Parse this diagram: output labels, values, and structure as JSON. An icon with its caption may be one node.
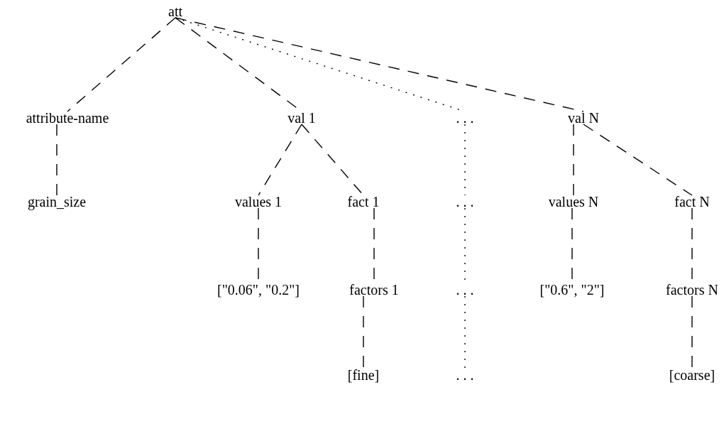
{
  "diagram": {
    "nodes": [
      {
        "text": [
          "att"
        ]
      },
      {
        "text": [
          "attribute-name"
        ]
      },
      {
        "text": [
          "val 1"
        ]
      },
      {
        "text": [
          ". . ."
        ]
      },
      {
        "text": [
          "val N"
        ]
      },
      {
        "text": [
          "grain_size"
        ]
      },
      {
        "text": [
          "values 1"
        ]
      },
      {
        "text": [
          "fact 1"
        ]
      },
      {
        "text": [
          ". . ."
        ]
      },
      {
        "text": [
          "values N"
        ]
      },
      {
        "text": [
          "fact N"
        ]
      },
      {
        "text": [
          "[\"0.06\", \"0.2\"]"
        ]
      },
      {
        "text": [
          "factors 1"
        ]
      },
      {
        "text": [
          ". . ."
        ]
      },
      {
        "text": [
          "[\"0.6\", \"2\"]"
        ]
      },
      {
        "text": [
          "factors N"
        ]
      },
      {
        "text": [
          "[fine]"
        ]
      },
      {
        "text": [
          ". . ."
        ]
      },
      {
        "text": [
          "[coarse]"
        ]
      }
    ],
    "edges": [
      {
        "from": 0,
        "to": 1,
        "arrow": "none",
        "style": "dashed"
      },
      {
        "from": 0,
        "to": 2,
        "arrow": "none",
        "style": "dashed"
      },
      {
        "from": 0,
        "to": 3,
        "arrow": "none"
      },
      {
        "from": 0,
        "to": 4,
        "arrow": "none",
        "style": "dashed"
      },
      {
        "from": 1,
        "to": 5,
        "arrow": "none",
        "style": "dashed"
      },
      {
        "from": 2,
        "to": 6,
        "arrow": "none",
        "style": "dashed"
      },
      {
        "from": 2,
        "to": 7,
        "arrow": "none",
        "style": "dashed"
      },
      {
        "from": 4,
        "to": 9,
        "arrow": "none",
        "style": "dashed"
      },
      {
        "from": 4,
        "to": 10,
        "arrow": "none",
        "style": "dashed"
      },
      {
        "from": 6,
        "to": 11,
        "arrow": "none",
        "style": "dashed"
      },
      {
        "from": 7,
        "to": 12,
        "arrow": "none",
        "style": "dashed"
      },
      {
        "from": 9,
        "to": 14,
        "arrow": "none",
        "style": "dashed"
      },
      {
        "from": 10,
        "to": 15,
        "arrow": "none",
        "style": "dashed"
      },
      {
        "from": 12,
        "to": 16,
        "arrow": "none",
        "style": "dashed"
      },
      {
        "from": 15,
        "to": 18,
        "arrow": "none",
        "style": "dashed"
      },
      {
        "from": 3,
        "to": 8,
        "arrow": "none"
      },
      {
        "from": 8,
        "to": 13,
        "arrow": "none"
      },
      {
        "from": 13,
        "to": 17,
        "arrow": "none"
      }
    ]
  }
}
